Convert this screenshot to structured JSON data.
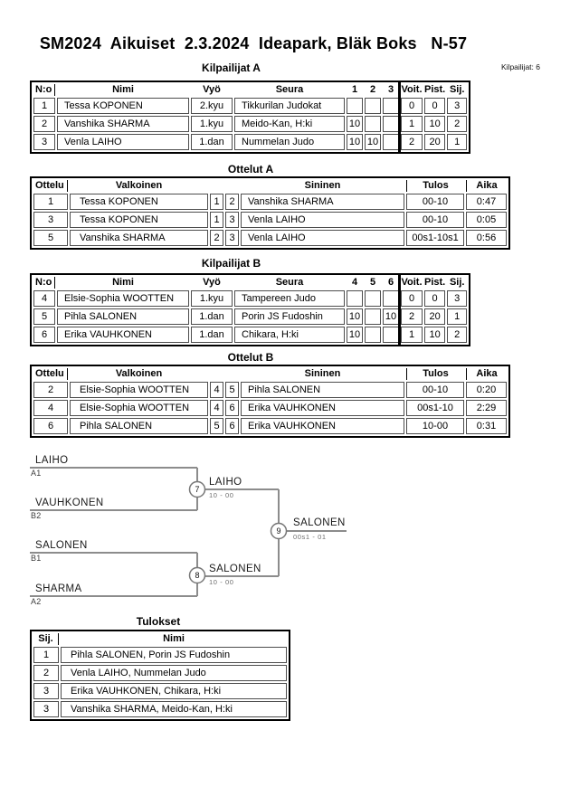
{
  "page": {
    "title": "SM2024  Aikuiset  2.3.2024  Ideapark, Bläk Boks   N-57",
    "competitors_label": "Kilpailijat: 6"
  },
  "pool_a": {
    "title": "Kilpailijat A",
    "headers": {
      "no": "N:o",
      "name": "Nimi",
      "belt": "Vyö",
      "club": "Seura",
      "m1": "1",
      "m2": "2",
      "m3": "3",
      "wins": "Voit.",
      "points": "Pist.",
      "place": "Sij."
    },
    "rows": [
      {
        "no": "1",
        "name": "Tessa KOPONEN",
        "belt": "2.kyu",
        "club": "Tikkurilan Judokat",
        "m1": "",
        "m2": "",
        "m3": "",
        "wins": "0",
        "points": "0",
        "place": "3"
      },
      {
        "no": "2",
        "name": "Vanshika SHARMA",
        "belt": "1.kyu",
        "club": "Meido-Kan, H:ki",
        "m1": "10",
        "m2": "",
        "m3": "",
        "wins": "1",
        "points": "10",
        "place": "2"
      },
      {
        "no": "3",
        "name": "Venla LAIHO",
        "belt": "1.dan",
        "club": "Nummelan Judo",
        "m1": "10",
        "m2": "10",
        "m3": "",
        "wins": "2",
        "points": "20",
        "place": "1"
      }
    ]
  },
  "matches_a": {
    "title": "Ottelut A",
    "headers": {
      "match": "Ottelu",
      "white": "Valkoinen",
      "blue": "Sininen",
      "result": "Tulos",
      "time": "Aika"
    },
    "rows": [
      {
        "no": "1",
        "white": "Tessa KOPONEN",
        "wn": "1",
        "bn": "2",
        "blue": "Vanshika SHARMA",
        "result": "00-10",
        "time": "0:47"
      },
      {
        "no": "3",
        "white": "Tessa KOPONEN",
        "wn": "1",
        "bn": "3",
        "blue": "Venla LAIHO",
        "result": "00-10",
        "time": "0:05"
      },
      {
        "no": "5",
        "white": "Vanshika SHARMA",
        "wn": "2",
        "bn": "3",
        "blue": "Venla LAIHO",
        "result": "00s1-10s1",
        "time": "0:56"
      }
    ]
  },
  "pool_b": {
    "title": "Kilpailijat B",
    "headers": {
      "no": "N:o",
      "name": "Nimi",
      "belt": "Vyö",
      "club": "Seura",
      "m1": "4",
      "m2": "5",
      "m3": "6",
      "wins": "Voit.",
      "points": "Pist.",
      "place": "Sij."
    },
    "rows": [
      {
        "no": "4",
        "name": "Elsie-Sophia WOOTTEN",
        "belt": "1.kyu",
        "club": "Tampereen Judo",
        "m1": "",
        "m2": "",
        "m3": "",
        "wins": "0",
        "points": "0",
        "place": "3"
      },
      {
        "no": "5",
        "name": "Pihla SALONEN",
        "belt": "1.dan",
        "club": "Porin JS Fudoshin",
        "m1": "10",
        "m2": "",
        "m3": "10",
        "wins": "2",
        "points": "20",
        "place": "1"
      },
      {
        "no": "6",
        "name": "Erika VAUHKONEN",
        "belt": "1.dan",
        "club": "Chikara, H:ki",
        "m1": "10",
        "m2": "",
        "m3": "",
        "wins": "1",
        "points": "10",
        "place": "2"
      }
    ]
  },
  "matches_b": {
    "title": "Ottelut B",
    "headers": {
      "match": "Ottelu",
      "white": "Valkoinen",
      "blue": "Sininen",
      "result": "Tulos",
      "time": "Aika"
    },
    "rows": [
      {
        "no": "2",
        "white": "Elsie-Sophia WOOTTEN",
        "wn": "4",
        "bn": "5",
        "blue": "Pihla SALONEN",
        "result": "00-10",
        "time": "0:20"
      },
      {
        "no": "4",
        "white": "Elsie-Sophia WOOTTEN",
        "wn": "4",
        "bn": "6",
        "blue": "Erika VAUHKONEN",
        "result": "00s1-10",
        "time": "2:29"
      },
      {
        "no": "6",
        "white": "Pihla SALONEN",
        "wn": "5",
        "bn": "6",
        "blue": "Erika VAUHKONEN",
        "result": "10-00",
        "time": "0:31"
      }
    ]
  },
  "bracket": {
    "slots": [
      {
        "name": "LAIHO",
        "seed": "A1"
      },
      {
        "name": "VAUHKONEN",
        "seed": "B2"
      },
      {
        "name": "SALONEN",
        "seed": "B1"
      },
      {
        "name": "SHARMA",
        "seed": "A2"
      }
    ],
    "semifinal_1": {
      "match_no": "7",
      "winner": "LAIHO",
      "score": "10 - 00"
    },
    "semifinal_2": {
      "match_no": "8",
      "winner": "SALONEN",
      "score": "10 - 00"
    },
    "final": {
      "match_no": "9",
      "winner": "SALONEN",
      "score": "00s1 - 01"
    }
  },
  "results": {
    "title": "Tulokset",
    "headers": {
      "place": "Sij.",
      "name": "Nimi"
    },
    "rows": [
      {
        "place": "1",
        "name": "Pihla SALONEN, Porin JS Fudoshin"
      },
      {
        "place": "2",
        "name": "Venla LAIHO, Nummelan Judo"
      },
      {
        "place": "3",
        "name": "Erika VAUHKONEN, Chikara, H:ki"
      },
      {
        "place": "3",
        "name": "Vanshika SHARMA, Meido-Kan, H:ki"
      }
    ]
  }
}
